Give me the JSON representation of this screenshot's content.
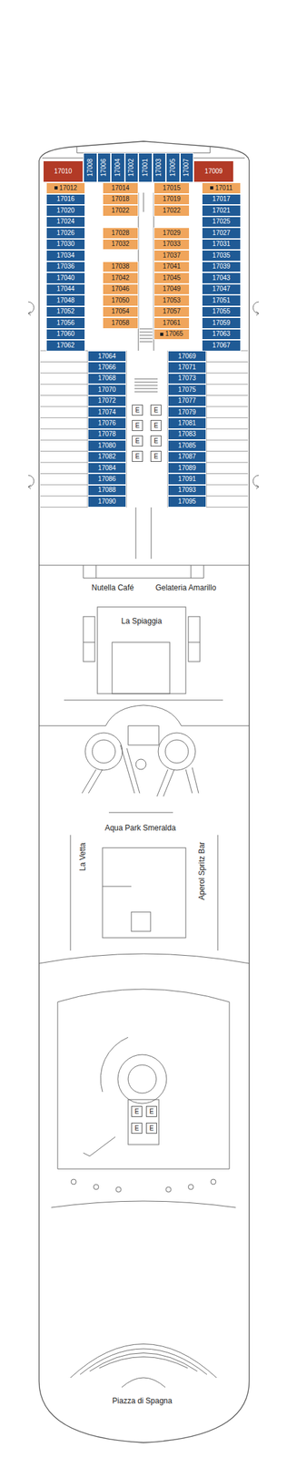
{
  "diagram": {
    "nodes": [
      {
        "text": [
          "17008"
        ]
      },
      {
        "text": [
          "17006"
        ]
      },
      {
        "text": [
          "17004"
        ]
      },
      {
        "text": [
          "17002"
        ]
      },
      {
        "text": [
          "17001"
        ]
      },
      {
        "text": [
          "17003"
        ]
      },
      {
        "text": [
          "17005"
        ]
      },
      {
        "text": [
          "17007"
        ]
      },
      {
        "text": [
          "17010"
        ]
      },
      {
        "text": [
          "17009"
        ]
      },
      {
        "text": [
          "17012"
        ]
      },
      {
        "text": [
          "17016"
        ]
      },
      {
        "text": [
          "17020"
        ]
      },
      {
        "text": [
          "17024"
        ]
      },
      {
        "text": [
          "17026"
        ]
      },
      {
        "text": [
          "17030"
        ]
      },
      {
        "text": [
          "17034"
        ]
      },
      {
        "text": [
          "17036"
        ]
      },
      {
        "text": [
          "17040"
        ]
      },
      {
        "text": [
          "17044"
        ]
      },
      {
        "text": [
          "17048"
        ]
      },
      {
        "text": [
          "17052"
        ]
      },
      {
        "text": [
          "17056"
        ]
      },
      {
        "text": [
          "17060"
        ]
      },
      {
        "text": [
          "17062"
        ]
      },
      {
        "text": [
          "17014"
        ]
      },
      {
        "text": [
          "17018"
        ]
      },
      {
        "text": [
          "17022"
        ]
      },
      {
        "text": [
          "17028"
        ]
      },
      {
        "text": [
          "17032"
        ]
      },
      {
        "text": [
          "17038"
        ]
      },
      {
        "text": [
          "17042"
        ]
      },
      {
        "text": [
          "17046"
        ]
      },
      {
        "text": [
          "17050"
        ]
      },
      {
        "text": [
          "17054"
        ]
      },
      {
        "text": [
          "17058"
        ]
      },
      {
        "text": [
          "17015"
        ]
      },
      {
        "text": [
          "17019"
        ]
      },
      {
        "text": [
          "17022"
        ]
      },
      {
        "text": [
          "17029"
        ]
      },
      {
        "text": [
          "17033"
        ]
      },
      {
        "text": [
          "17037"
        ]
      },
      {
        "text": [
          "17041"
        ]
      },
      {
        "text": [
          "17045"
        ]
      },
      {
        "text": [
          "17049"
        ]
      },
      {
        "text": [
          "17053"
        ]
      },
      {
        "text": [
          "17057"
        ]
      },
      {
        "text": [
          "17061"
        ]
      },
      {
        "text": [
          "17065"
        ]
      },
      {
        "text": [
          "17011"
        ]
      },
      {
        "text": [
          "17017"
        ]
      },
      {
        "text": [
          "17021"
        ]
      },
      {
        "text": [
          "17025"
        ]
      },
      {
        "text": [
          "17027"
        ]
      },
      {
        "text": [
          "17031"
        ]
      },
      {
        "text": [
          "17035"
        ]
      },
      {
        "text": [
          "17039"
        ]
      },
      {
        "text": [
          "17043"
        ]
      },
      {
        "text": [
          "17047"
        ]
      },
      {
        "text": [
          "17051"
        ]
      },
      {
        "text": [
          "17055"
        ]
      },
      {
        "text": [
          "17059"
        ]
      },
      {
        "text": [
          "17063"
        ]
      },
      {
        "text": [
          "17067"
        ]
      },
      {
        "text": [
          "17064"
        ]
      },
      {
        "text": [
          "17066"
        ]
      },
      {
        "text": [
          "17068"
        ]
      },
      {
        "text": [
          "17070"
        ]
      },
      {
        "text": [
          "17072"
        ]
      },
      {
        "text": [
          "17074"
        ]
      },
      {
        "text": [
          "17076"
        ]
      },
      {
        "text": [
          "17078"
        ]
      },
      {
        "text": [
          "17080"
        ]
      },
      {
        "text": [
          "17082"
        ]
      },
      {
        "text": [
          "17084"
        ]
      },
      {
        "text": [
          "17086"
        ]
      },
      {
        "text": [
          "17088"
        ]
      },
      {
        "text": [
          "17090"
        ]
      },
      {
        "text": [
          "17069"
        ]
      },
      {
        "text": [
          "17071"
        ]
      },
      {
        "text": [
          "17073"
        ]
      },
      {
        "text": [
          "17075"
        ]
      },
      {
        "text": [
          "17077"
        ]
      },
      {
        "text": [
          "17079"
        ]
      },
      {
        "text": [
          "17081"
        ]
      },
      {
        "text": [
          "17083"
        ]
      },
      {
        "text": [
          "17085"
        ]
      },
      {
        "text": [
          "17087"
        ]
      },
      {
        "text": [
          "17089"
        ]
      },
      {
        "text": [
          "17091"
        ]
      },
      {
        "text": [
          "17093"
        ]
      },
      {
        "text": [
          "17095"
        ]
      },
      {
        "text": [
          "E"
        ]
      },
      {
        "text": [
          "E"
        ]
      },
      {
        "text": [
          "E"
        ]
      },
      {
        "text": [
          "E"
        ]
      },
      {
        "text": [
          "E"
        ]
      },
      {
        "text": [
          "E"
        ]
      },
      {
        "text": [
          "E"
        ]
      },
      {
        "text": [
          "E"
        ]
      },
      {
        "text": [
          "E"
        ]
      },
      {
        "text": [
          "E"
        ]
      },
      {
        "text": [
          "E"
        ]
      },
      {
        "text": [
          "E"
        ]
      }
    ],
    "labels": [
      "Nutella Café",
      "Gelateria Amarillo",
      "La Spiaggia",
      "Aqua Park Smeralda",
      "La Vetta",
      "Aperol Spritz Bar",
      "Piazza di Spagna"
    ]
  }
}
